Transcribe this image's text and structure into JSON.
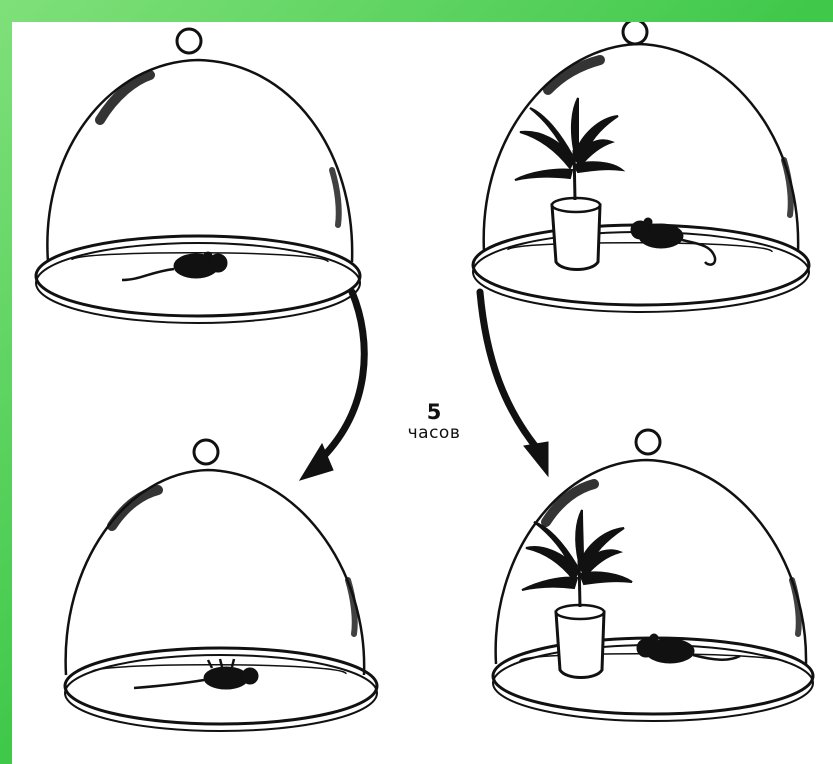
{
  "experiment": {
    "duration_value": "5",
    "duration_unit": "часов"
  },
  "colors": {
    "background_green": "#3fc84a",
    "ink": "#111111",
    "paper": "#ffffff"
  },
  "panels": [
    {
      "id": "mouse-alone-before",
      "contents": [
        "mouse"
      ],
      "state": "alive"
    },
    {
      "id": "mouse-with-plant-before",
      "contents": [
        "plant",
        "mouse"
      ],
      "state": "alive"
    },
    {
      "id": "mouse-alone-after",
      "contents": [
        "mouse"
      ],
      "state": "dead"
    },
    {
      "id": "mouse-with-plant-after",
      "contents": [
        "plant",
        "mouse"
      ],
      "state": "alive"
    }
  ]
}
